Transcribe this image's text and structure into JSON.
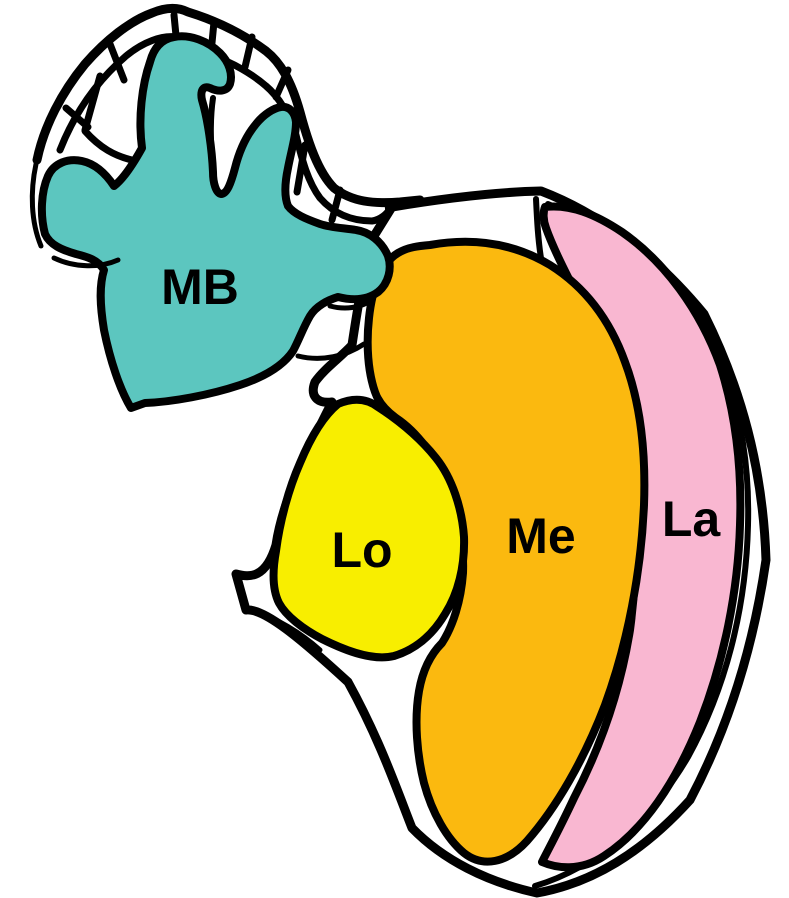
{
  "figure": {
    "background_color": "#ffffff",
    "outline_color": "#000000",
    "label_color": "#000000",
    "regions": [
      {
        "id": "mb",
        "label": "MB",
        "color": "#5cc6bf"
      },
      {
        "id": "me",
        "label": "Me",
        "color": "#fbb90f"
      },
      {
        "id": "lo",
        "label": "Lo",
        "color": "#f8ee00"
      },
      {
        "id": "la",
        "label": "La",
        "color": "#f9b7d1"
      }
    ]
  }
}
